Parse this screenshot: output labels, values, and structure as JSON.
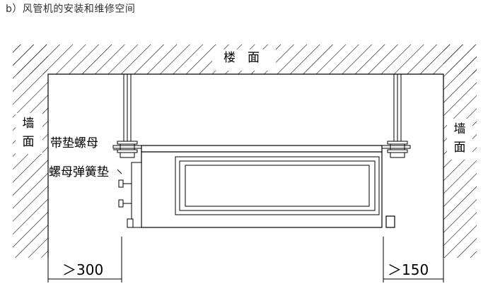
{
  "caption": "b）风管机的安装和维修空间",
  "labels": {
    "floor": "楼　面",
    "wall_left": "墙面",
    "wall_right": "墙面",
    "washer_nut": "带垫螺母",
    "spring_washer_nut": "螺母弹簧垫"
  },
  "dimensions": {
    "left_clearance": "＞300",
    "right_clearance": "＞150"
  }
}
